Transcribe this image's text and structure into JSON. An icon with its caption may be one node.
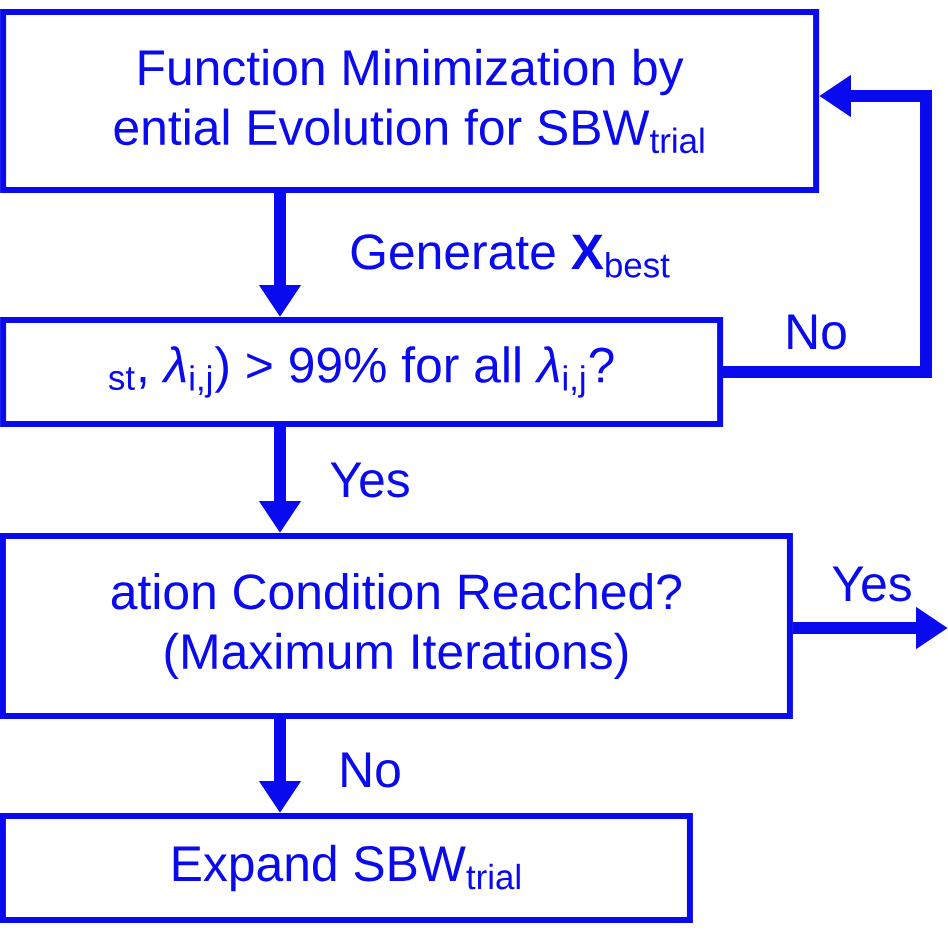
{
  "diagram": {
    "nodes": [
      {
        "text": [
          "Function Minimization by",
          "ential Evolution for SBW$_{trial}$"
        ]
      },
      {
        "text": [
          "$_{st}$, *λ*$_{i,j}$) > 99% for all *λ*$_{i,j}$?"
        ]
      },
      {
        "text": [
          "ation Condition Reached?",
          "(Maximum Iterations)"
        ]
      },
      {
        "text": [
          "Expand SBW$_{trial}$"
        ]
      }
    ],
    "edges": [
      {
        "from": 0,
        "to": 1,
        "arrow": "to",
        "label": "Generate **X**$_{best}$"
      },
      {
        "from": 1,
        "to": 0,
        "arrow": "to",
        "label": "No"
      },
      {
        "from": 1,
        "to": 2,
        "arrow": "to",
        "label": "Yes"
      },
      {
        "from": 2,
        "to": null,
        "arrow": "to",
        "label": "Yes"
      },
      {
        "from": 2,
        "to": 3,
        "arrow": "to",
        "label": "No"
      }
    ]
  }
}
